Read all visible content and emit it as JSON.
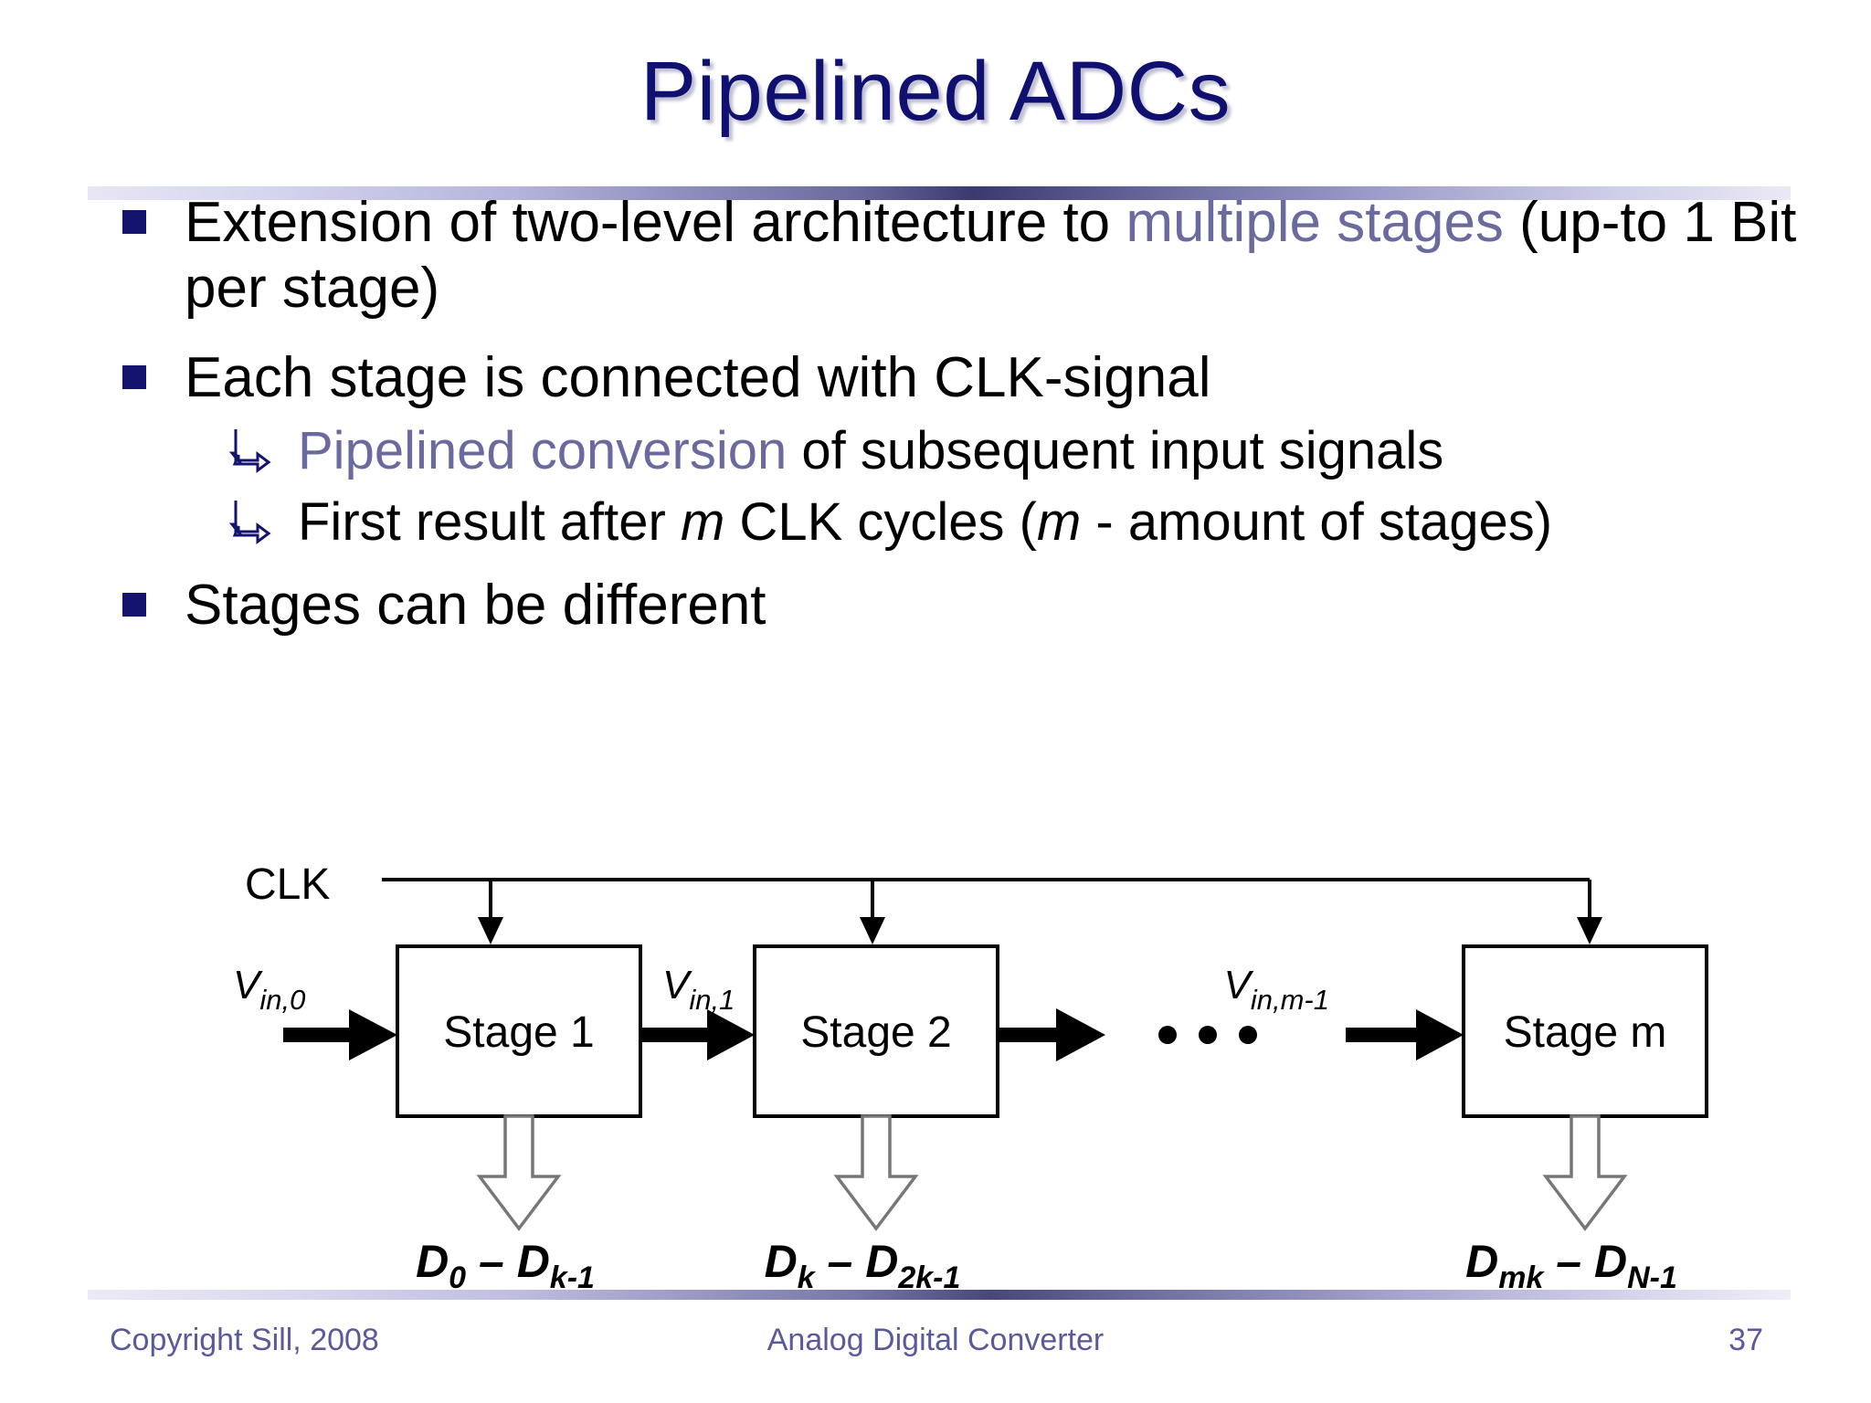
{
  "slide": {
    "title": "Pipelined ADCs",
    "title_color": "#101070",
    "accent_color": "#6a6a9e",
    "bullet_color": "#14146e"
  },
  "bullets": {
    "b1_part1": "Extension of two-level architecture to ",
    "b1_accent": "multiple stages",
    "b1_part2": " (up-to 1 Bit per stage)",
    "b2": "Each stage is connected with CLK-signal",
    "b2_sub1_accent": "Pipelined conversion",
    "b2_sub1_rest": " of subsequent input signals",
    "b2_sub2_a": "First result after ",
    "b2_sub2_m1": "m",
    "b2_sub2_b": " CLK cycles (",
    "b2_sub2_m2": "m",
    "b2_sub2_c": " - amount of stages)",
    "b3": "Stages can be different",
    "marker_l1": "square-bullet",
    "marker_l2": "hooked-arrow-bullet"
  },
  "diagram": {
    "clk_label": "CLK",
    "ellipsis": "• • •",
    "stages": [
      {
        "label": "Stage 1",
        "vin": "V",
        "vin_sub": "in,0",
        "dout": "D",
        "dout_sub1": "0",
        "dout_dash": " – ",
        "dout_d2": "D",
        "dout_sub2": "k-1"
      },
      {
        "label": "Stage 2",
        "vin": "V",
        "vin_sub": "in,1",
        "dout": "D",
        "dout_sub1": "k",
        "dout_dash": " – ",
        "dout_d2": "D",
        "dout_sub2": "2k-1"
      },
      {
        "label": "Stage m",
        "vin": "V",
        "vin_sub": "in,m-1",
        "dout": "D",
        "dout_sub1": "mk",
        "dout_dash": " – ",
        "dout_d2": "D",
        "dout_sub2": "N-1"
      }
    ]
  },
  "footer": {
    "copyright": "Copyright Sill, 2008",
    "center": "Analog Digital Converter",
    "page": "37"
  }
}
